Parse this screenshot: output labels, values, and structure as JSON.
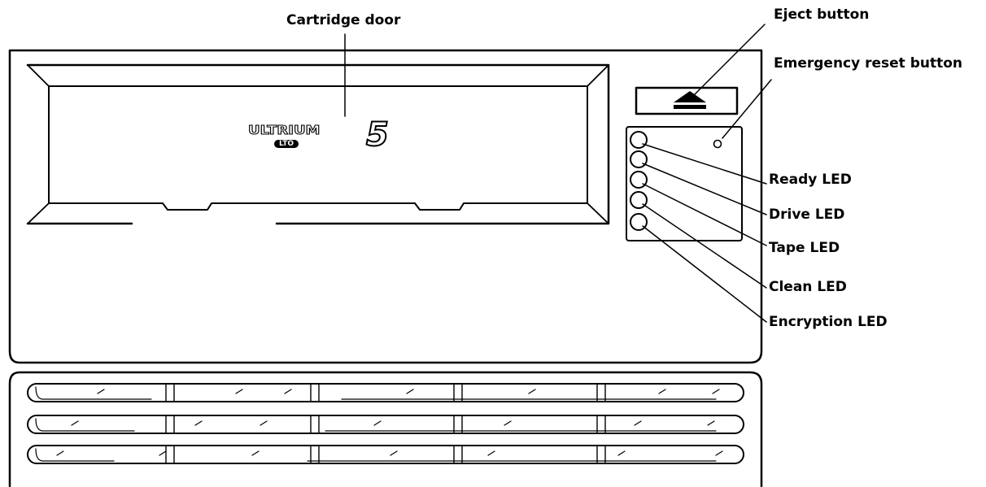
{
  "labels": {
    "cartridge_door": "Cartridge door",
    "eject_button": "Eject button",
    "emergency_reset_button": "Emergency reset button",
    "ready_led": "Ready LED",
    "drive_led": "Drive LED",
    "tape_led": "Tape LED",
    "clean_led": "Clean LED",
    "encryption_led": "Encryption LED"
  },
  "logo": {
    "ultrium": "ULTRIUM",
    "lto": "LTO",
    "generation": "5"
  },
  "icons": {
    "eject": "eject-icon"
  }
}
